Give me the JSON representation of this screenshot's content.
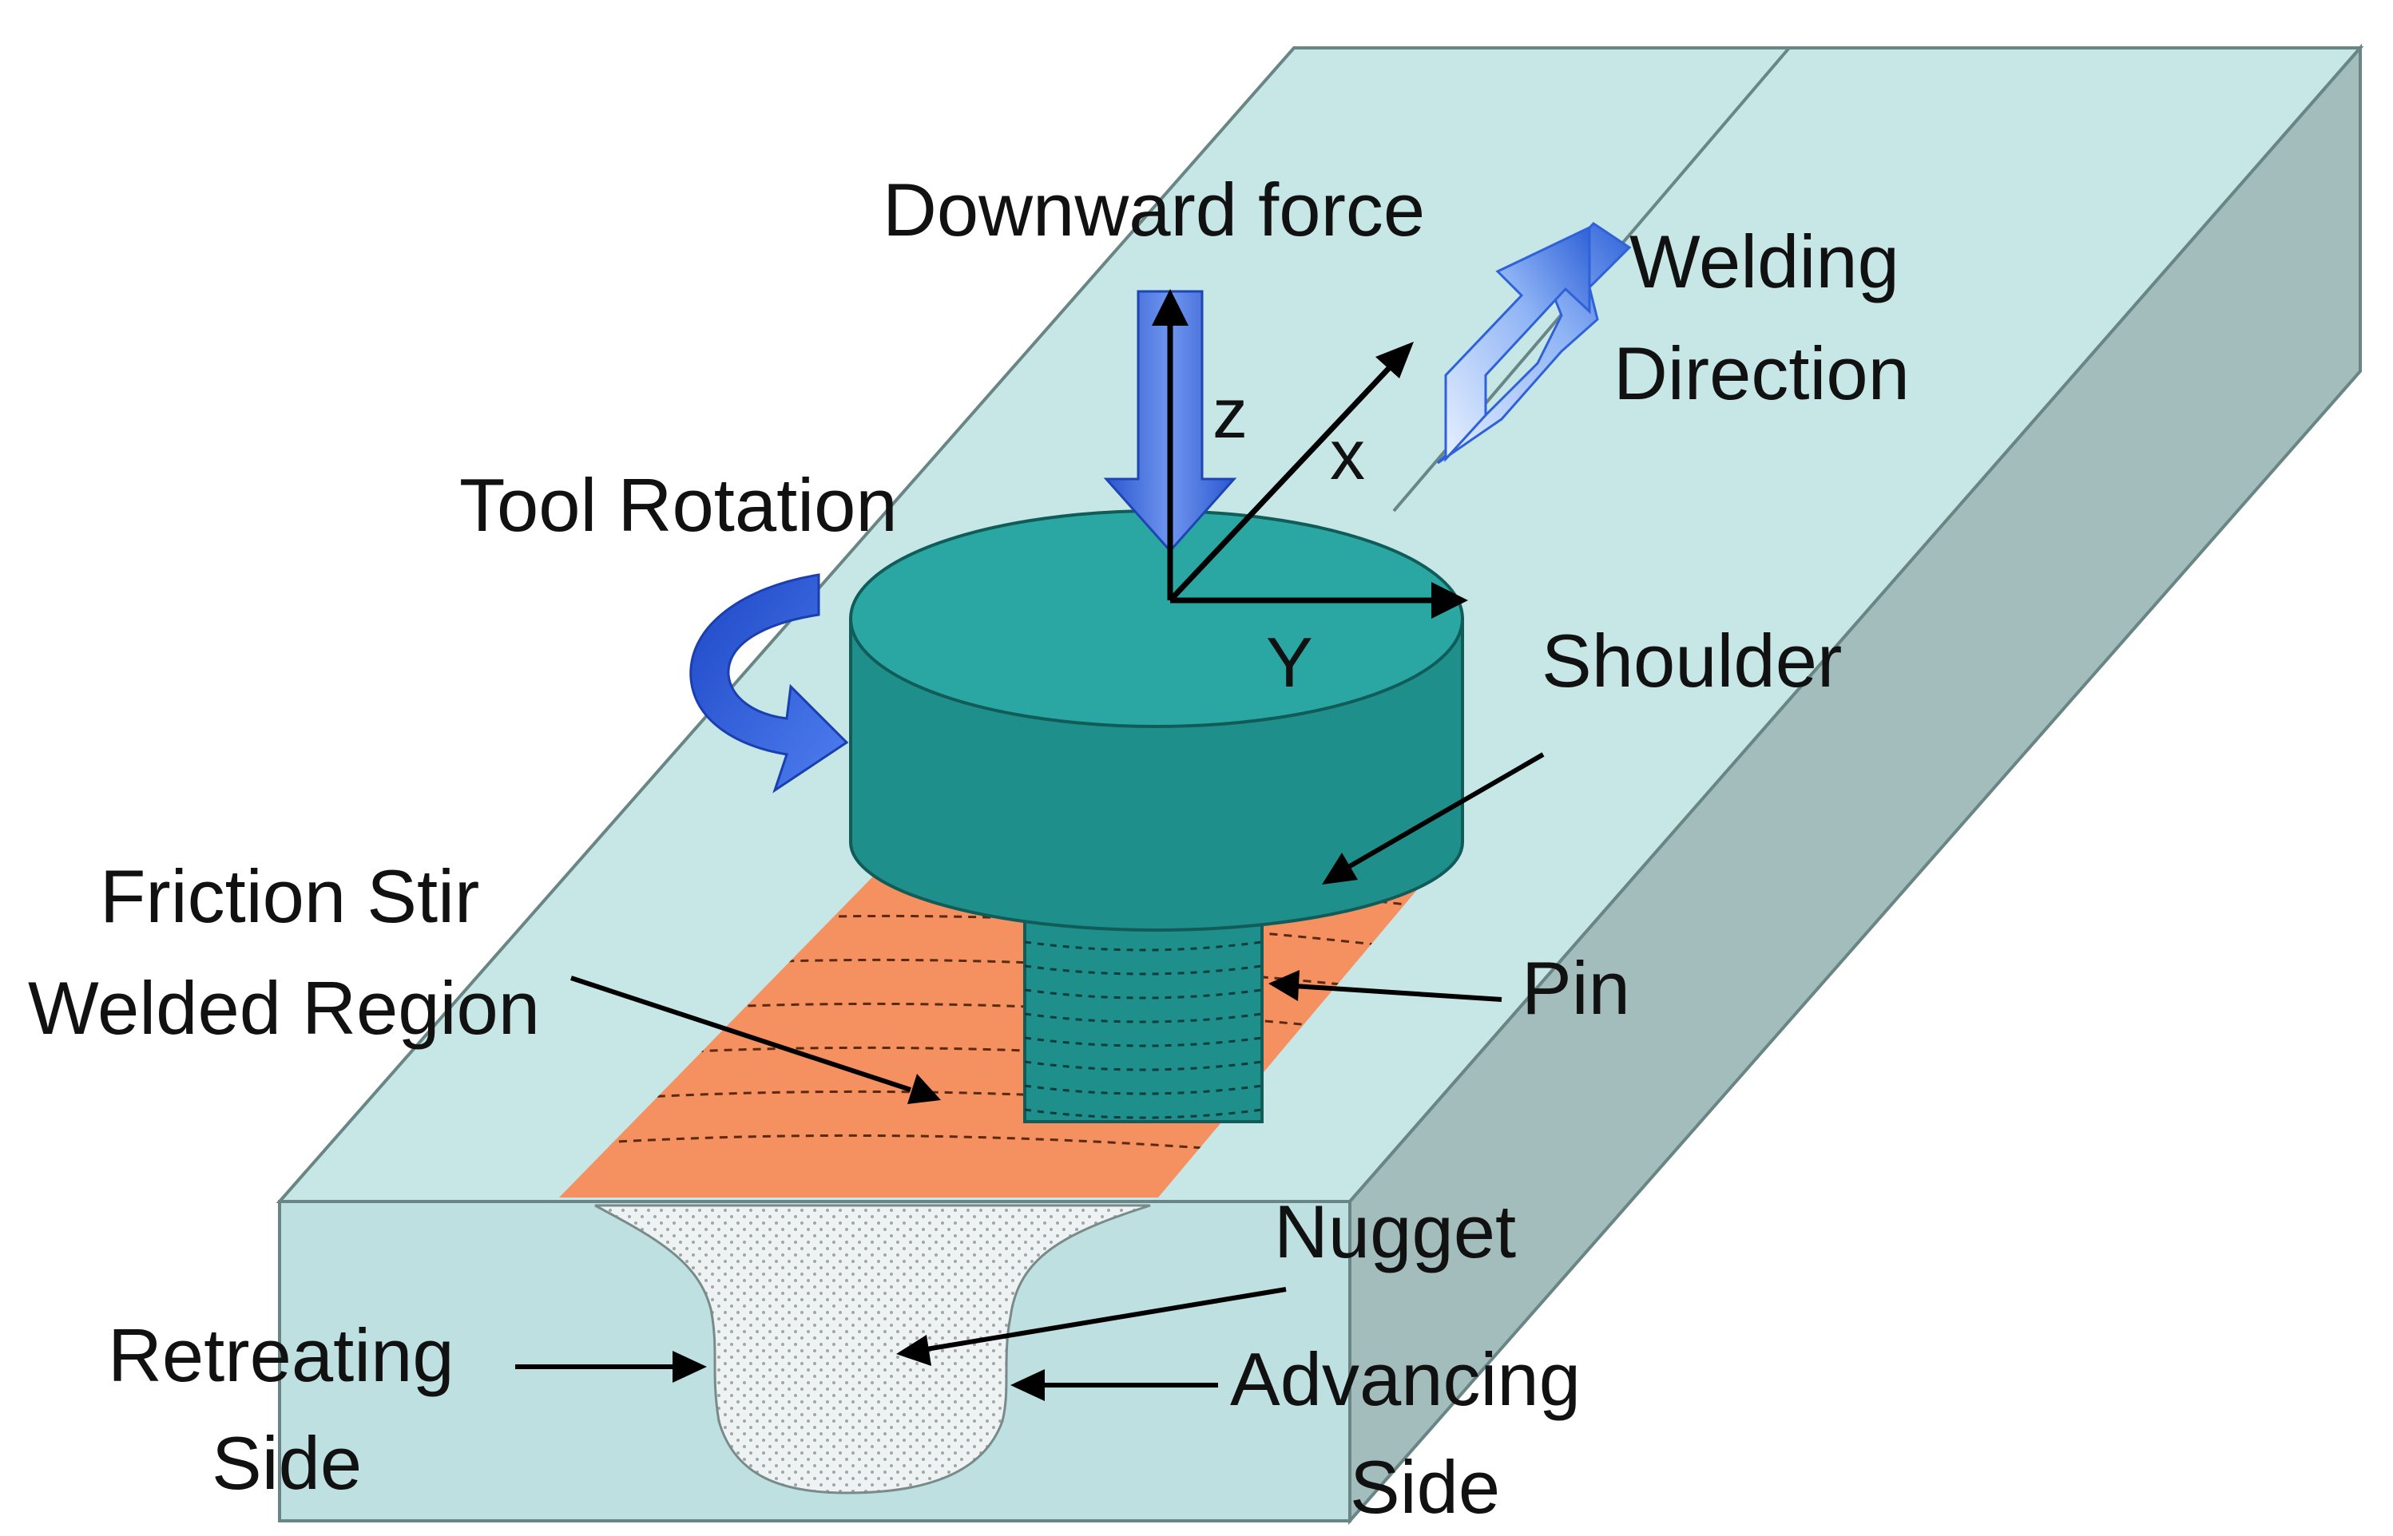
{
  "labels": {
    "downward_force": "Downward force",
    "welding_direction_line1": "Welding",
    "welding_direction_line2": "Direction",
    "tool_rotation": "Tool Rotation",
    "shoulder": "Shoulder",
    "pin": "Pin",
    "fsw_region_line1": "Friction Stir",
    "fsw_region_line2": "Welded Region",
    "nugget": "Nugget",
    "retreating_line1": "Retreating",
    "retreating_line2": "Side",
    "advancing_line1": "Advancing",
    "advancing_line2": "Side"
  },
  "axes": {
    "z": "z",
    "x": "x",
    "y": "Y"
  },
  "colors": {
    "plate_top": "#c7e6e6",
    "plate_front": "#bfe0e0",
    "plate_side": "#a3bdbd",
    "weld_region": "#f59060",
    "tool": "#1f8f8b",
    "tool_top": "#2aa7a2",
    "nugget": "#eef2f2",
    "arrow_blue": "#2f62d8"
  }
}
